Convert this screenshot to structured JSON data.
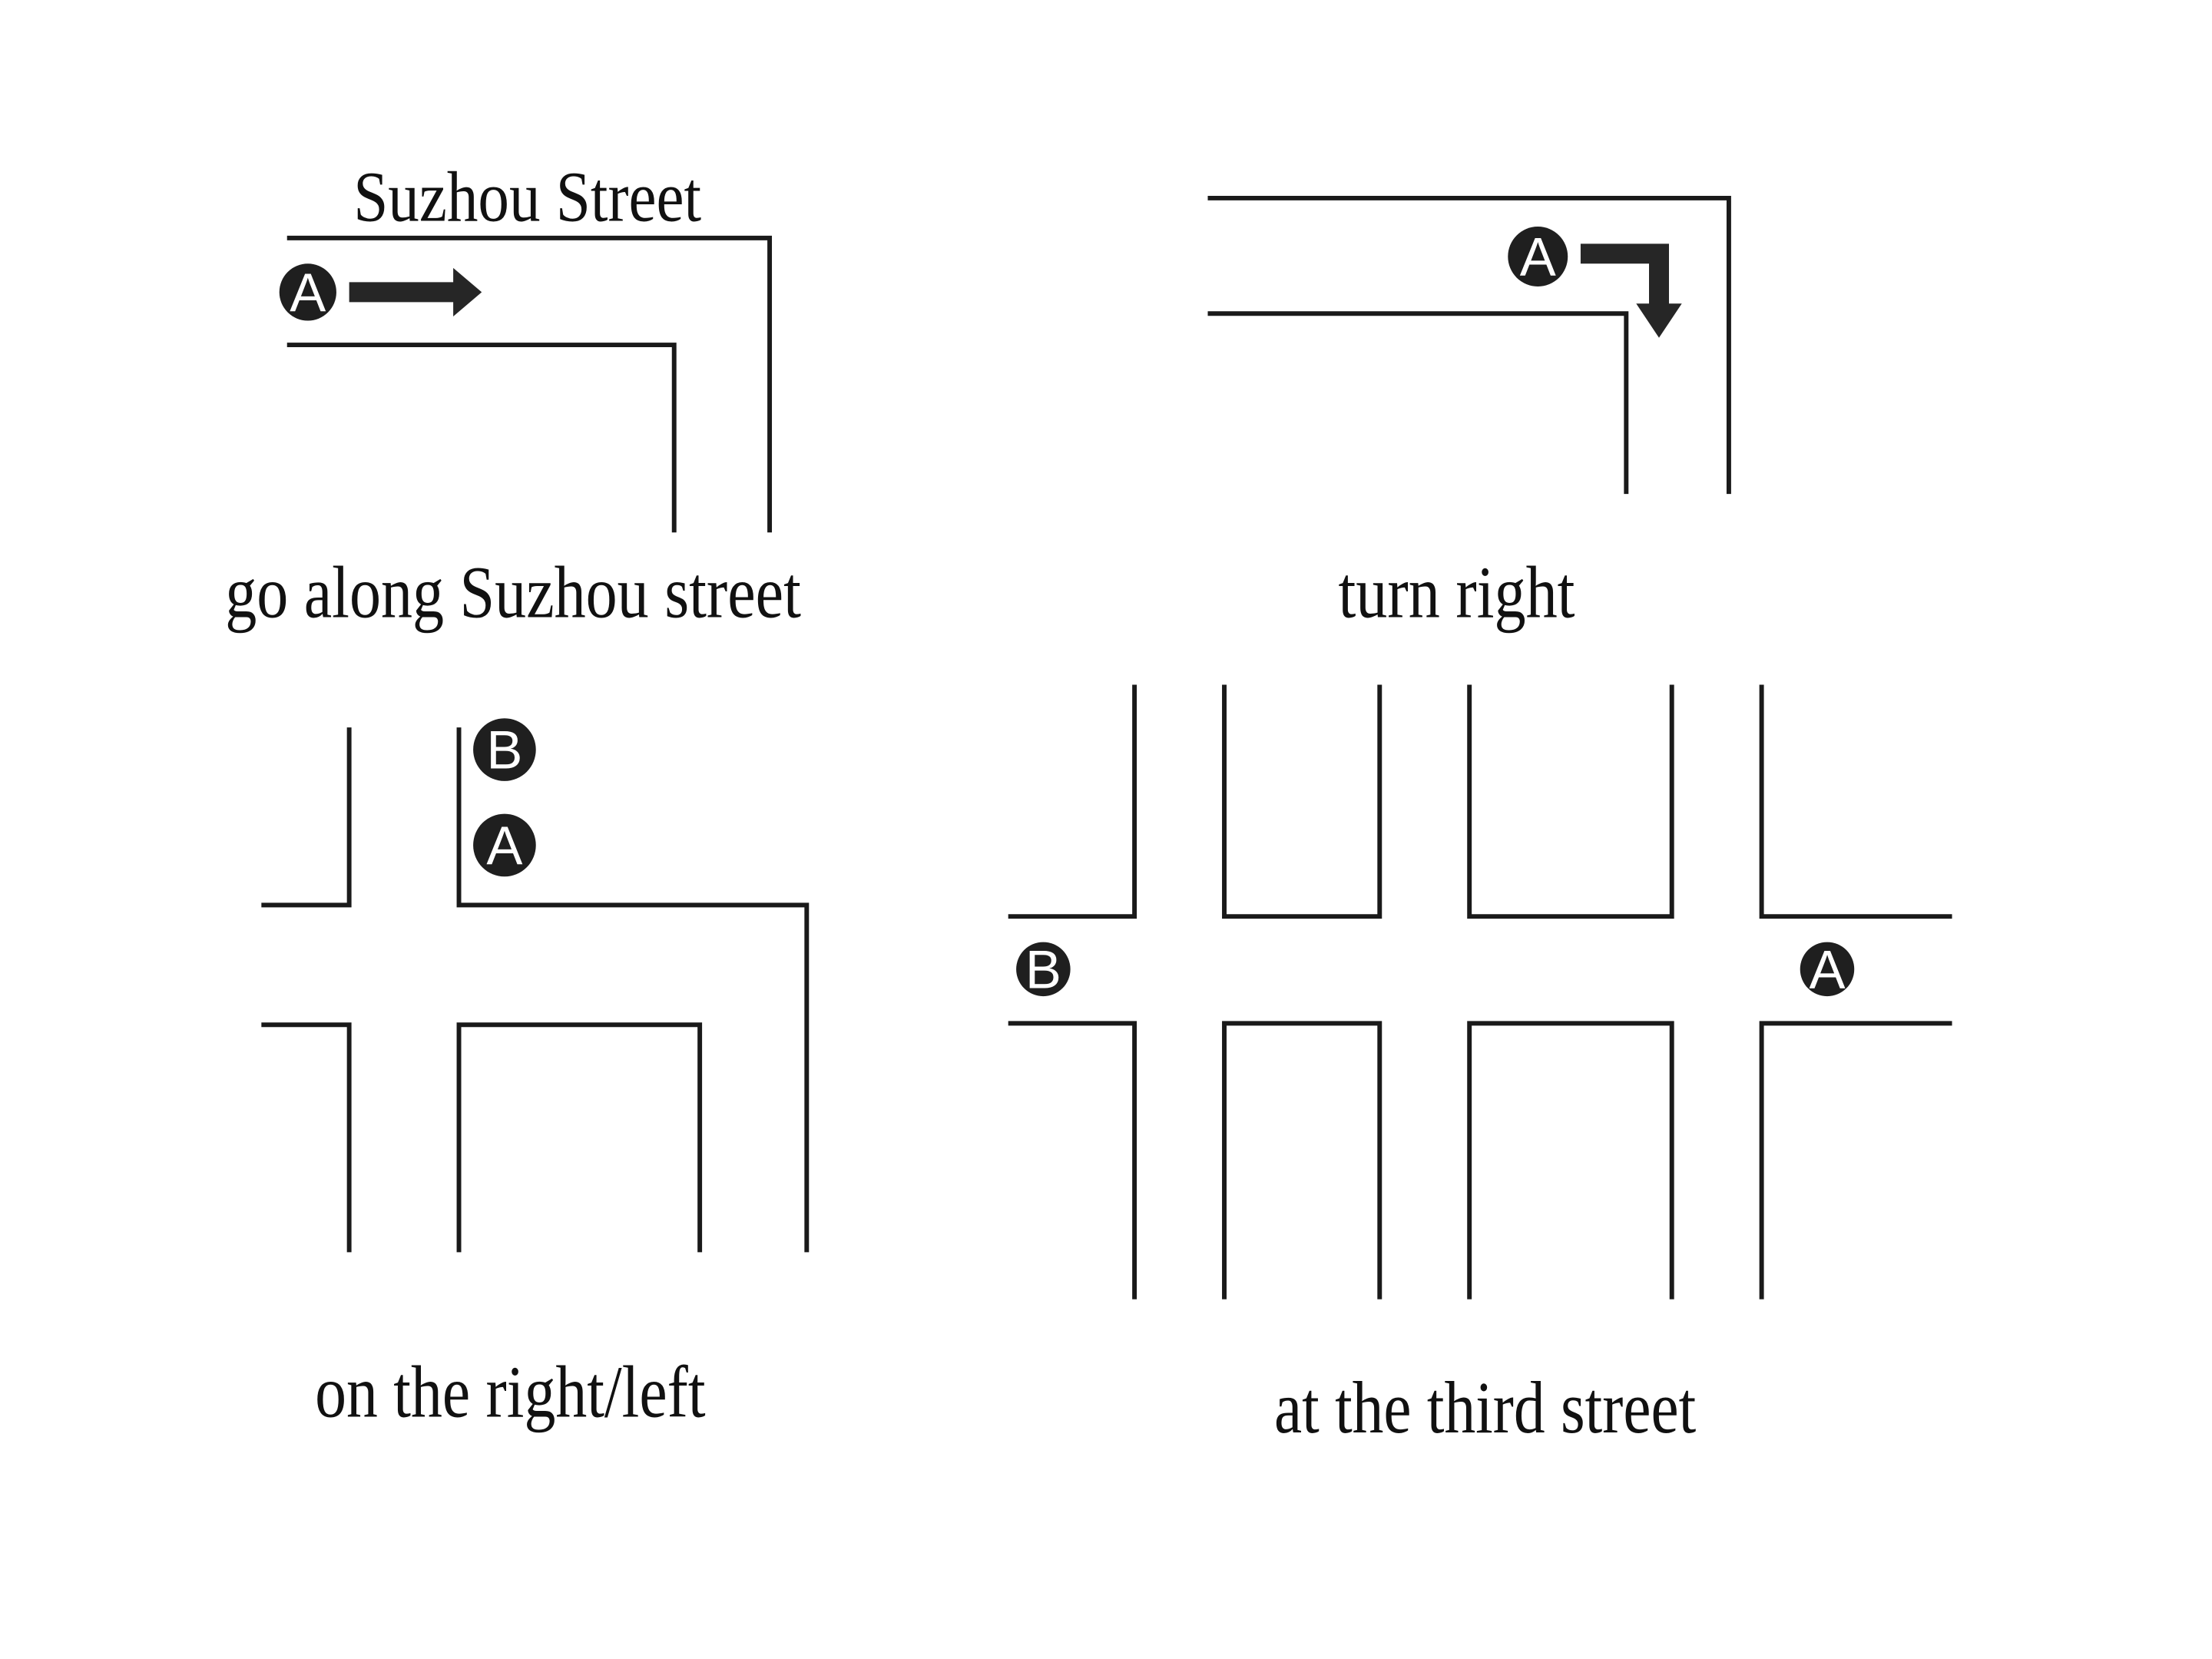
{
  "panels": {
    "go_along": {
      "street_name": "Suzhou Street",
      "caption": "go along Suzhou street",
      "marker_a": "A"
    },
    "turn_right": {
      "caption": "turn right",
      "marker_a": "A"
    },
    "right_left": {
      "caption": "on the right/left",
      "marker_b": "B",
      "marker_a": "A"
    },
    "third_street": {
      "caption": "at the third street",
      "marker_b": "B",
      "marker_a": "A"
    }
  }
}
